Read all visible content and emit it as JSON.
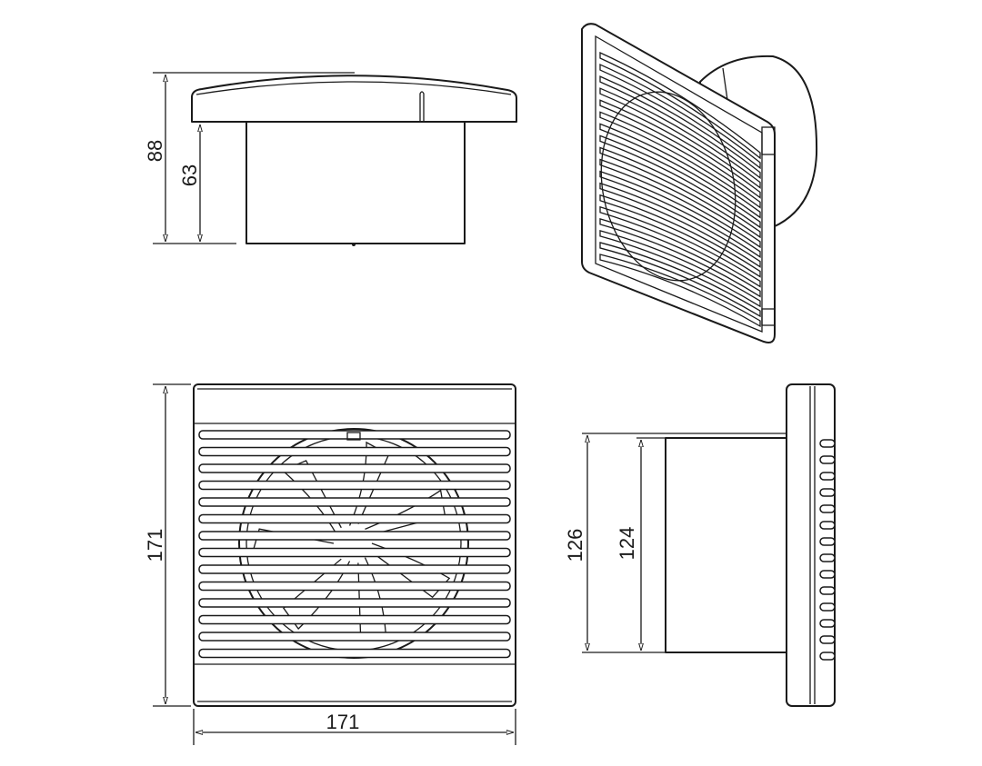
{
  "drawing": {
    "side_view_top": {
      "total_height_label": "88",
      "body_height_label": "63"
    },
    "front_view": {
      "height_label": "171",
      "width_label": "171"
    },
    "side_view_right": {
      "outer_diameter_label": "126",
      "inner_diameter_label": "124"
    },
    "isometric_view": {
      "louver_count": 18
    },
    "colors": {
      "line": "#1a1a1a",
      "background": "#ffffff"
    }
  }
}
